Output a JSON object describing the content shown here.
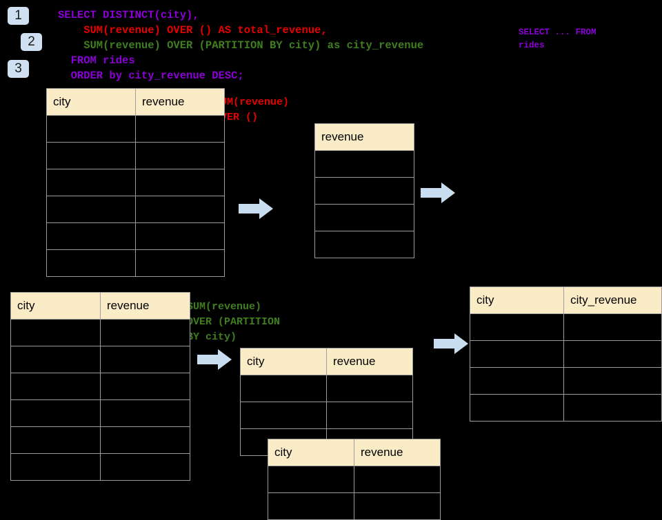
{
  "background": "#000000",
  "colors": {
    "keyword_purple": "#8b00d7",
    "red": "#e60000",
    "green": "#3f7f1f",
    "header_cream": "#fbecc8",
    "grid_gray": "#9d9d9d",
    "badge_blue": "#cfe0f2",
    "arrow_blue": "#c9ddf0"
  },
  "badges": [
    {
      "label": "1"
    },
    {
      "label": "2"
    },
    {
      "label": "3"
    }
  ],
  "sql": {
    "line1": "SELECT DISTINCT(city),",
    "line2": "    SUM(revenue) OVER () AS total_revenue,",
    "line3": "    SUM(revenue) OVER (PARTITION BY city) as city_revenue",
    "line4": "  FROM rides",
    "line5": "  ORDER by city_revenue DESC;"
  },
  "right_label": {
    "line1": "SELECT ... FROM",
    "line2": "rides"
  },
  "annotations": {
    "over_empty": "SUM(revenue)\nOVER ()",
    "over_partition": "SUM(revenue)\nOVER (PARTITION\nBY city)"
  },
  "tables": {
    "source_top": {
      "headers": [
        "city",
        "revenue"
      ],
      "body_rows": 6
    },
    "total_revenue": {
      "headers": [
        "revenue"
      ],
      "body_rows": 4
    },
    "source_bottom": {
      "headers": [
        "city",
        "revenue"
      ],
      "body_rows": 6
    },
    "partition_a": {
      "headers": [
        "city",
        "revenue"
      ],
      "body_rows": 3
    },
    "partition_b": {
      "headers": [
        "city",
        "revenue"
      ],
      "body_rows": 2
    },
    "result": {
      "headers": [
        "city",
        "city_revenue"
      ],
      "body_rows": 4
    }
  },
  "arrows": [
    {
      "name": "arrow-to-total-revenue"
    },
    {
      "name": "arrow-from-total-revenue"
    },
    {
      "name": "arrow-to-partition"
    },
    {
      "name": "arrow-to-result"
    }
  ]
}
